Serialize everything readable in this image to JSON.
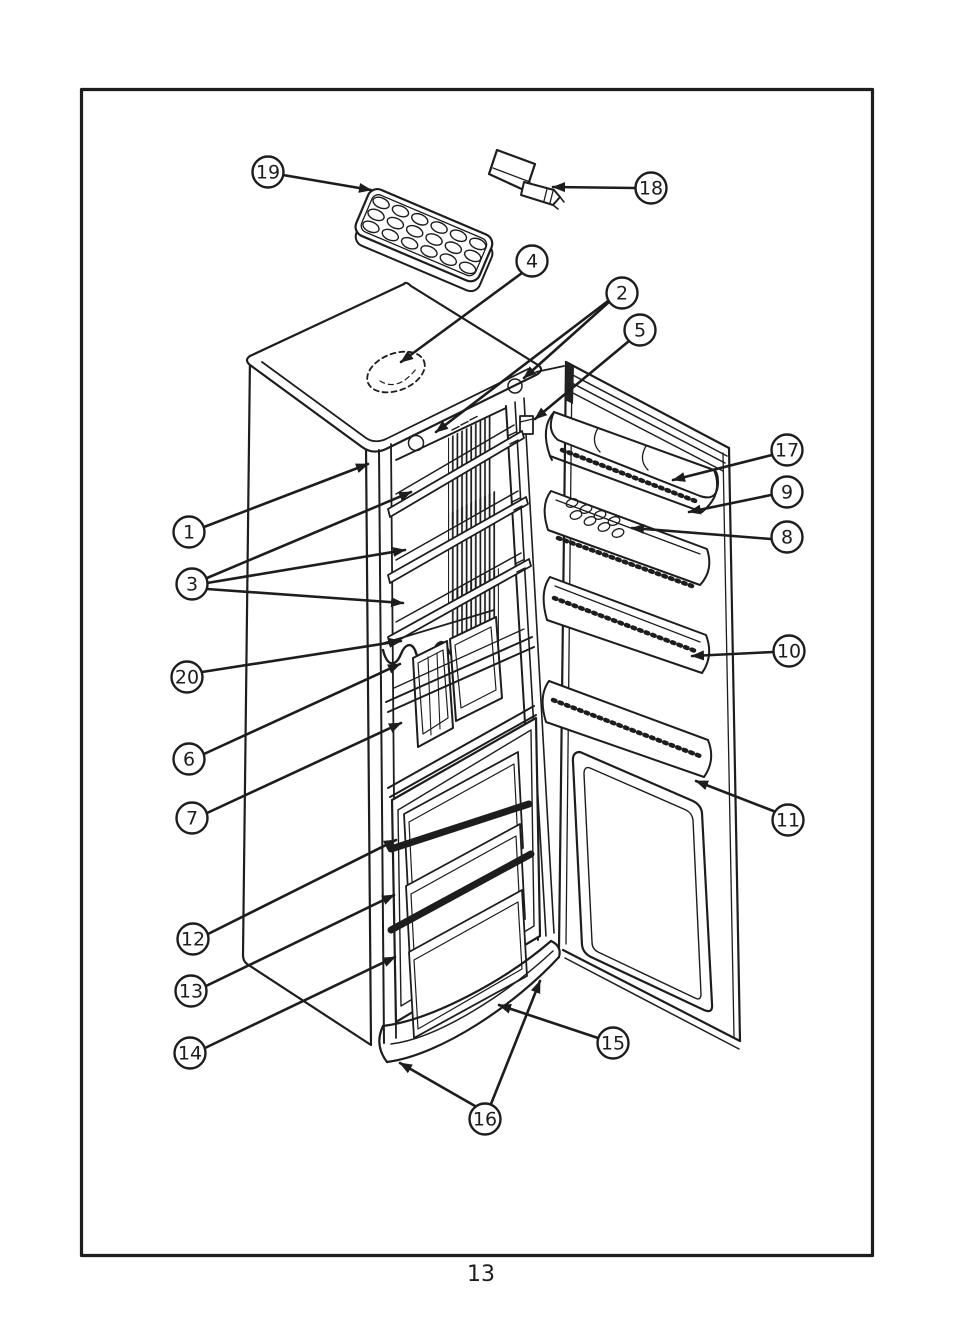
{
  "page": {
    "number": "13"
  },
  "figure": {
    "type": "exploded-parts-diagram",
    "subject": "refrigerator-freezer with open door",
    "callouts": [
      {
        "id": 1,
        "label": "1"
      },
      {
        "id": 2,
        "label": "2"
      },
      {
        "id": 3,
        "label": "3"
      },
      {
        "id": 4,
        "label": "4"
      },
      {
        "id": 5,
        "label": "5"
      },
      {
        "id": 6,
        "label": "6"
      },
      {
        "id": 7,
        "label": "7"
      },
      {
        "id": 8,
        "label": "8"
      },
      {
        "id": 9,
        "label": "9"
      },
      {
        "id": 10,
        "label": "10"
      },
      {
        "id": 11,
        "label": "11"
      },
      {
        "id": 12,
        "label": "12"
      },
      {
        "id": 13,
        "label": "13"
      },
      {
        "id": 14,
        "label": "14"
      },
      {
        "id": 15,
        "label": "15"
      },
      {
        "id": 16,
        "label": "16"
      },
      {
        "id": 17,
        "label": "17"
      },
      {
        "id": 18,
        "label": "18"
      },
      {
        "id": 19,
        "label": "19"
      },
      {
        "id": 20,
        "label": "20"
      }
    ]
  }
}
